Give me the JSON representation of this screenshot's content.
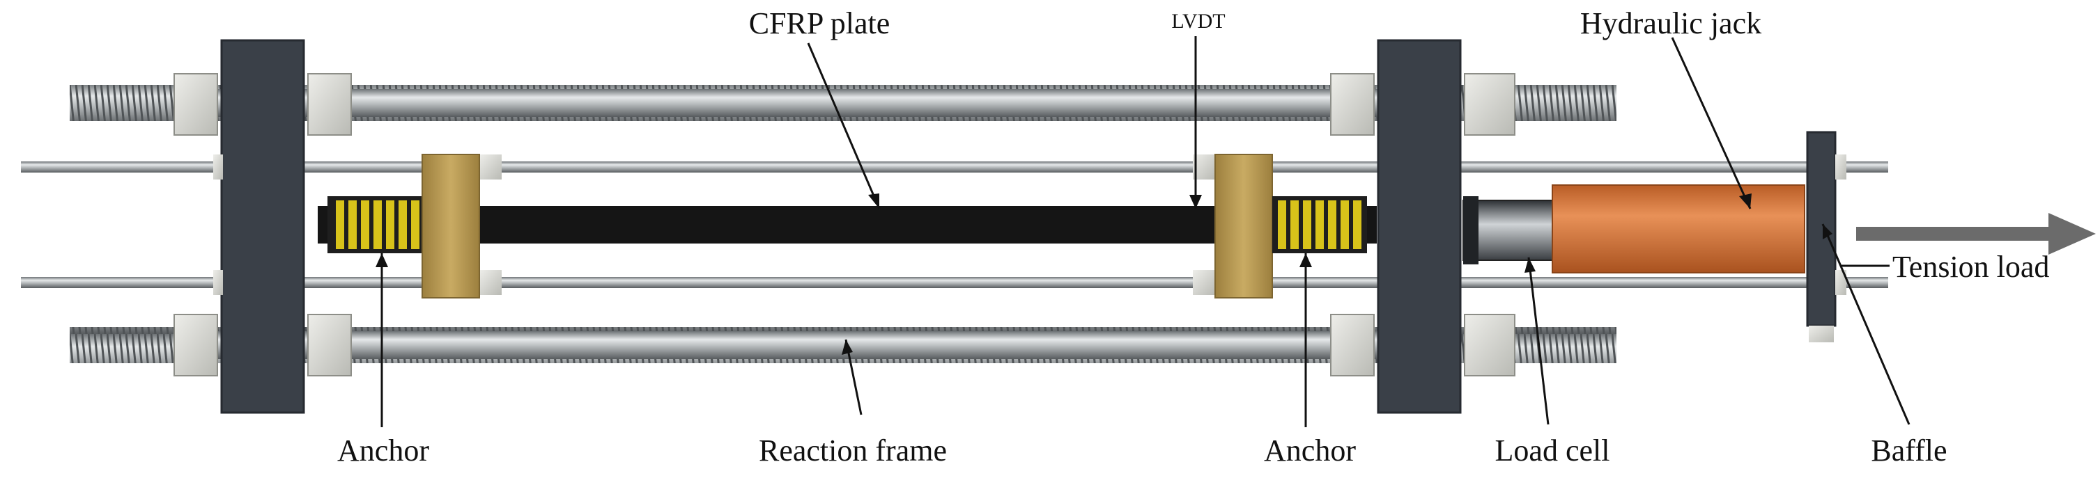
{
  "labels": {
    "cfrp_plate": "CFRP plate",
    "lvdt": "LVDT",
    "hydraulic_jack": "Hydraulic jack",
    "tension_load": "Tension load",
    "anchor_left": "Anchor",
    "reaction_frame": "Reaction frame",
    "anchor_right": "Anchor",
    "load_cell": "Load cell",
    "baffle": "Baffle"
  },
  "colors": {
    "frame_plate": "#3a4048",
    "nut": "#d9d9d4",
    "rod": "#a9adb0",
    "anchor_block": "#b89a55",
    "anchor_grip": "#d8c31a",
    "cfrp": "#151515",
    "jack": "#d8783a",
    "arrow": "#6b6b6b"
  }
}
